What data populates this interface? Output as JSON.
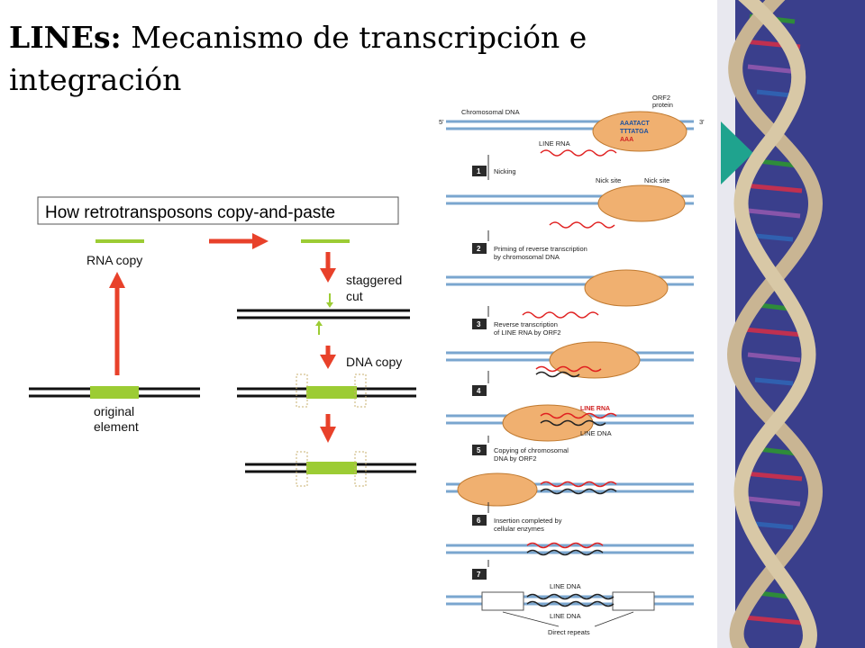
{
  "title": {
    "bold": "LINEs:",
    "rest": " Mecanismo de transcripción e integración"
  },
  "left_diagram": {
    "heading": "How retrotransposons copy-and-paste",
    "rna_copy": "RNA copy",
    "staggered_cut_1": "staggered",
    "staggered_cut_2": "cut",
    "dna_copy": "DNA copy",
    "original_1": "original",
    "original_2": "element"
  },
  "right_figure": {
    "chromosomal_dna": "Chromosomal DNA",
    "orf2_1": "ORF2",
    "orf2_2": "protein",
    "line_rna": "LINE RNA",
    "nick_site_1": "Nick site",
    "nick_site_2": "Nick site",
    "five": "5'",
    "three": "3'",
    "aaatact": "AAATACT",
    "tttatga": "TTTATGA",
    "aaa": "AAA",
    "steps": [
      {
        "n": "1",
        "l1": "Nicking",
        "l2": ""
      },
      {
        "n": "2",
        "l1": "Priming of reverse transcription",
        "l2": "by chromosomal DNA"
      },
      {
        "n": "3",
        "l1": "Reverse transcription",
        "l2": "of LINE RNA by ORF2"
      },
      {
        "n": "4",
        "l1": "",
        "l2": ""
      },
      {
        "n": "5",
        "l1": "Copying of chromosomal",
        "l2": "DNA by ORF2"
      },
      {
        "n": "6",
        "l1": "Insertion completed by",
        "l2": "cellular enzymes"
      },
      {
        "n": "7",
        "l1": "",
        "l2": ""
      }
    ],
    "line_rna_4": "LINE RNA",
    "line_dna_4": "LINE DNA",
    "line_dna_7a": "LINE DNA",
    "line_dna_7b": "LINE DNA",
    "direct_repeats": "Direct repeats"
  },
  "colors": {
    "arrow_red": "#e8412a",
    "element_green": "#9ccc34",
    "dna_blue": "#7aa6cf",
    "rna_red": "#e02020",
    "protein_orange": "#f0b070",
    "side_panel": "#3a3f8c",
    "step_box": "#2a2a2a"
  }
}
